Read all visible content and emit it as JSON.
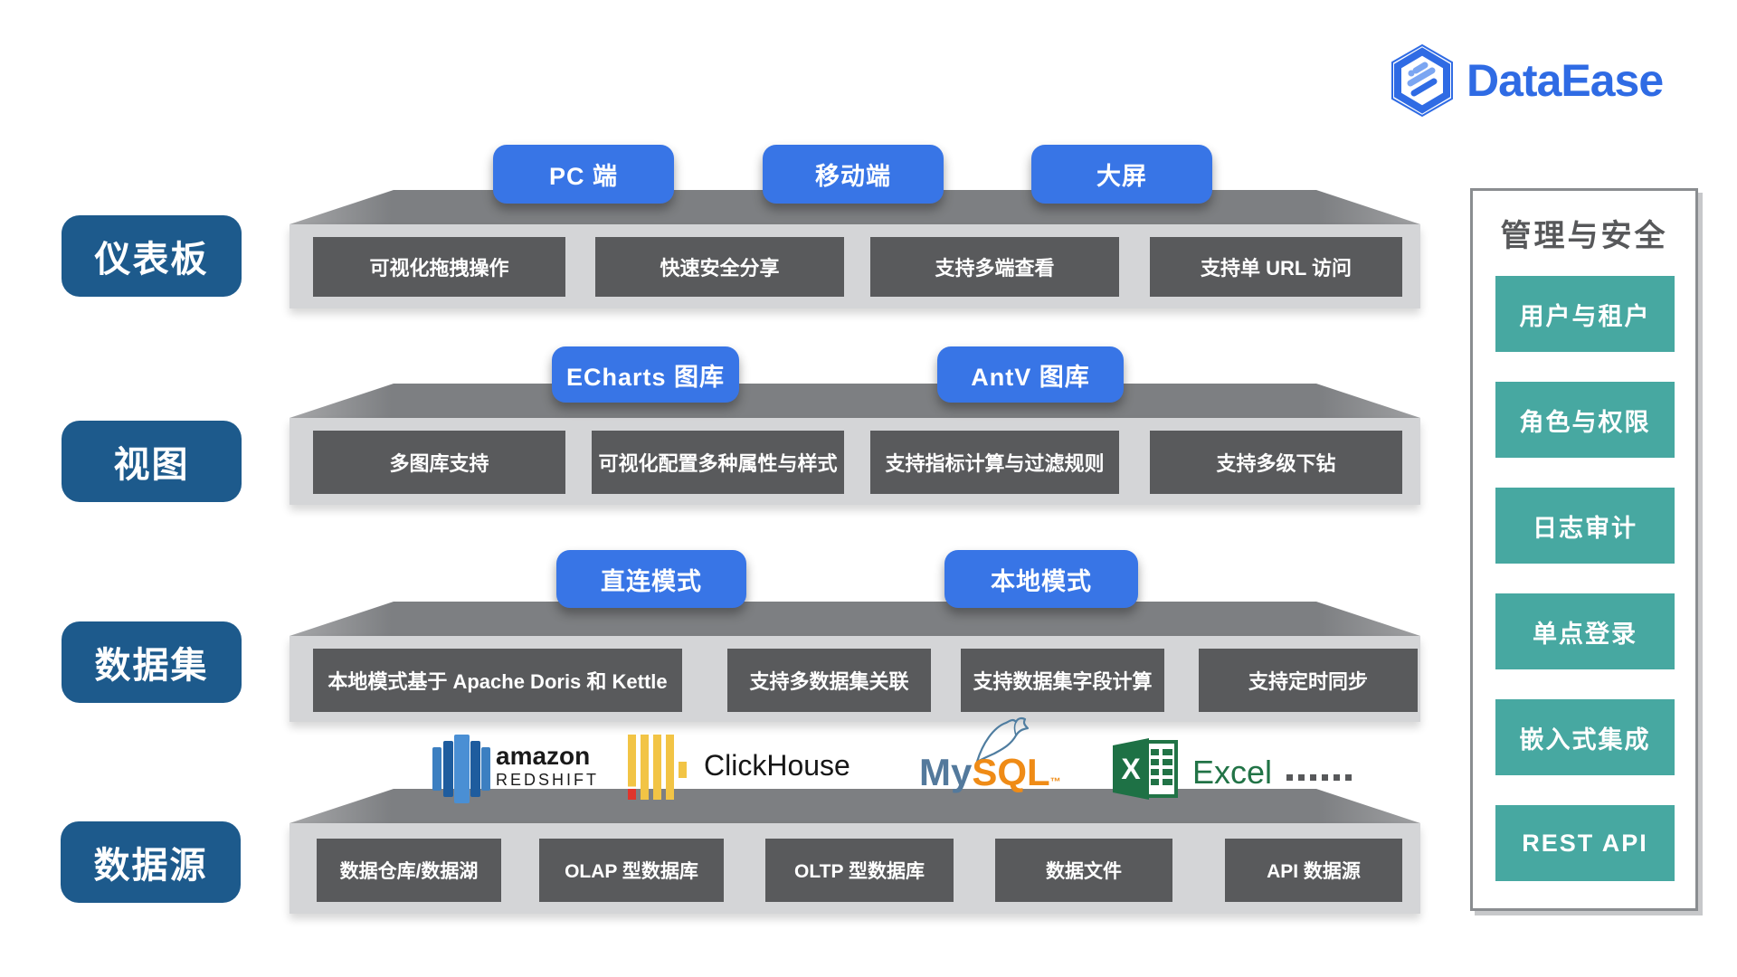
{
  "brand": {
    "name": "DataEase"
  },
  "layers": [
    {
      "label": "仪表板",
      "buttons": [
        "PC 端",
        "移动端",
        "大屏"
      ],
      "features": [
        "可视化拖拽操作",
        "快速安全分享",
        "支持多端查看",
        "支持单 URL 访问"
      ]
    },
    {
      "label": "视图",
      "buttons": [
        "ECharts 图库",
        "AntV 图库"
      ],
      "features": [
        "多图库支持",
        "可视化配置多种属性与样式",
        "支持指标计算与过滤规则",
        "支持多级下钻"
      ]
    },
    {
      "label": "数据集",
      "buttons": [
        "直连模式",
        "本地模式"
      ],
      "features": [
        "本地模式基于 Apache Doris 和 Kettle",
        "支持多数据集关联",
        "支持数据集字段计算",
        "支持定时同步"
      ]
    },
    {
      "label": "数据源",
      "features": [
        "数据仓库/数据湖",
        "OLAP 型数据库",
        "OLTP 型数据库",
        "数据文件",
        "API 数据源"
      ],
      "logos": {
        "redshift_line1": "amazon",
        "redshift_line2": "REDSHIFT",
        "clickhouse": "ClickHouse",
        "mysql_part1": "My",
        "mysql_part2": "SQL",
        "mysql_tm": "™",
        "excel": "Excel"
      }
    }
  ],
  "sidebar": {
    "title": "管理与安全",
    "items": [
      "用户与租户",
      "角色与权限",
      "日志审计",
      "单点登录",
      "嵌入式集成",
      "REST API"
    ]
  },
  "colors": {
    "accent_blue": "#3875e6",
    "navy": "#1d5a8c",
    "teal": "#47a8a1",
    "platform_gray": "#d4d5d7",
    "feature_gray": "#595a5c",
    "brand_blue": "#2f6be4"
  }
}
